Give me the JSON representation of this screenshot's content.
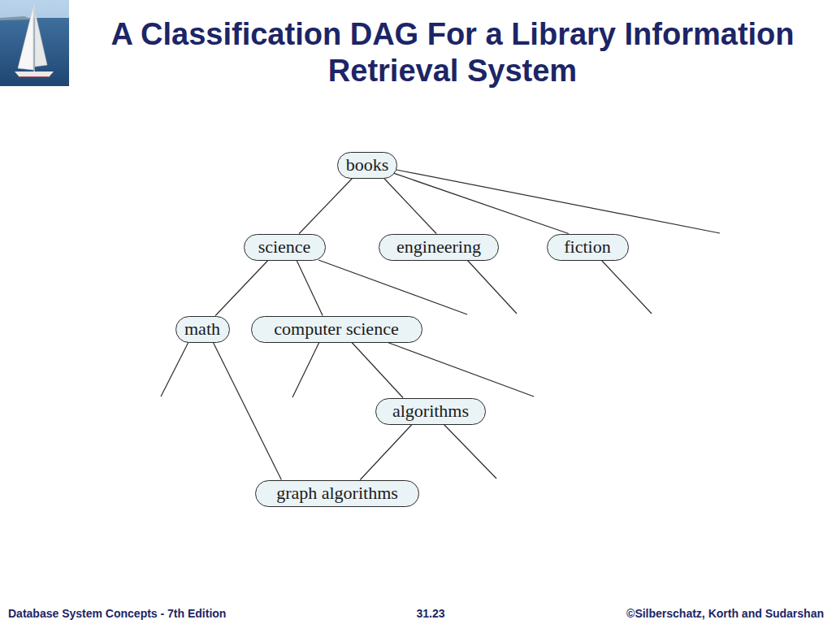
{
  "diagram": {
    "title": "A Classification DAG For a Library Information Retrieval System",
    "nodes": [
      {
        "text": [
          "books"
        ]
      },
      {
        "text": [
          "science"
        ]
      },
      {
        "text": [
          "engineering"
        ]
      },
      {
        "text": [
          "fiction"
        ]
      },
      {
        "text": [
          "math"
        ]
      },
      {
        "text": [
          "computer science"
        ]
      },
      {
        "text": [
          "algorithms"
        ]
      },
      {
        "text": [
          "graph algorithms"
        ]
      }
    ],
    "edges": [
      {
        "from": 0,
        "to": 1,
        "arrow": "none"
      },
      {
        "from": 0,
        "to": 2,
        "arrow": "none"
      },
      {
        "from": 0,
        "to": 3,
        "arrow": "none"
      },
      {
        "from": 1,
        "to": 4,
        "arrow": "none"
      },
      {
        "from": 1,
        "to": 5,
        "arrow": "none"
      },
      {
        "from": 5,
        "to": 6,
        "arrow": "none"
      },
      {
        "from": 4,
        "to": 7,
        "arrow": "none"
      },
      {
        "from": 6,
        "to": 7,
        "arrow": "none"
      }
    ],
    "labels": [
      "Database System Concepts - 7th Edition",
      "31.23",
      "©Silberschatz, Korth and Sudarshan"
    ]
  }
}
